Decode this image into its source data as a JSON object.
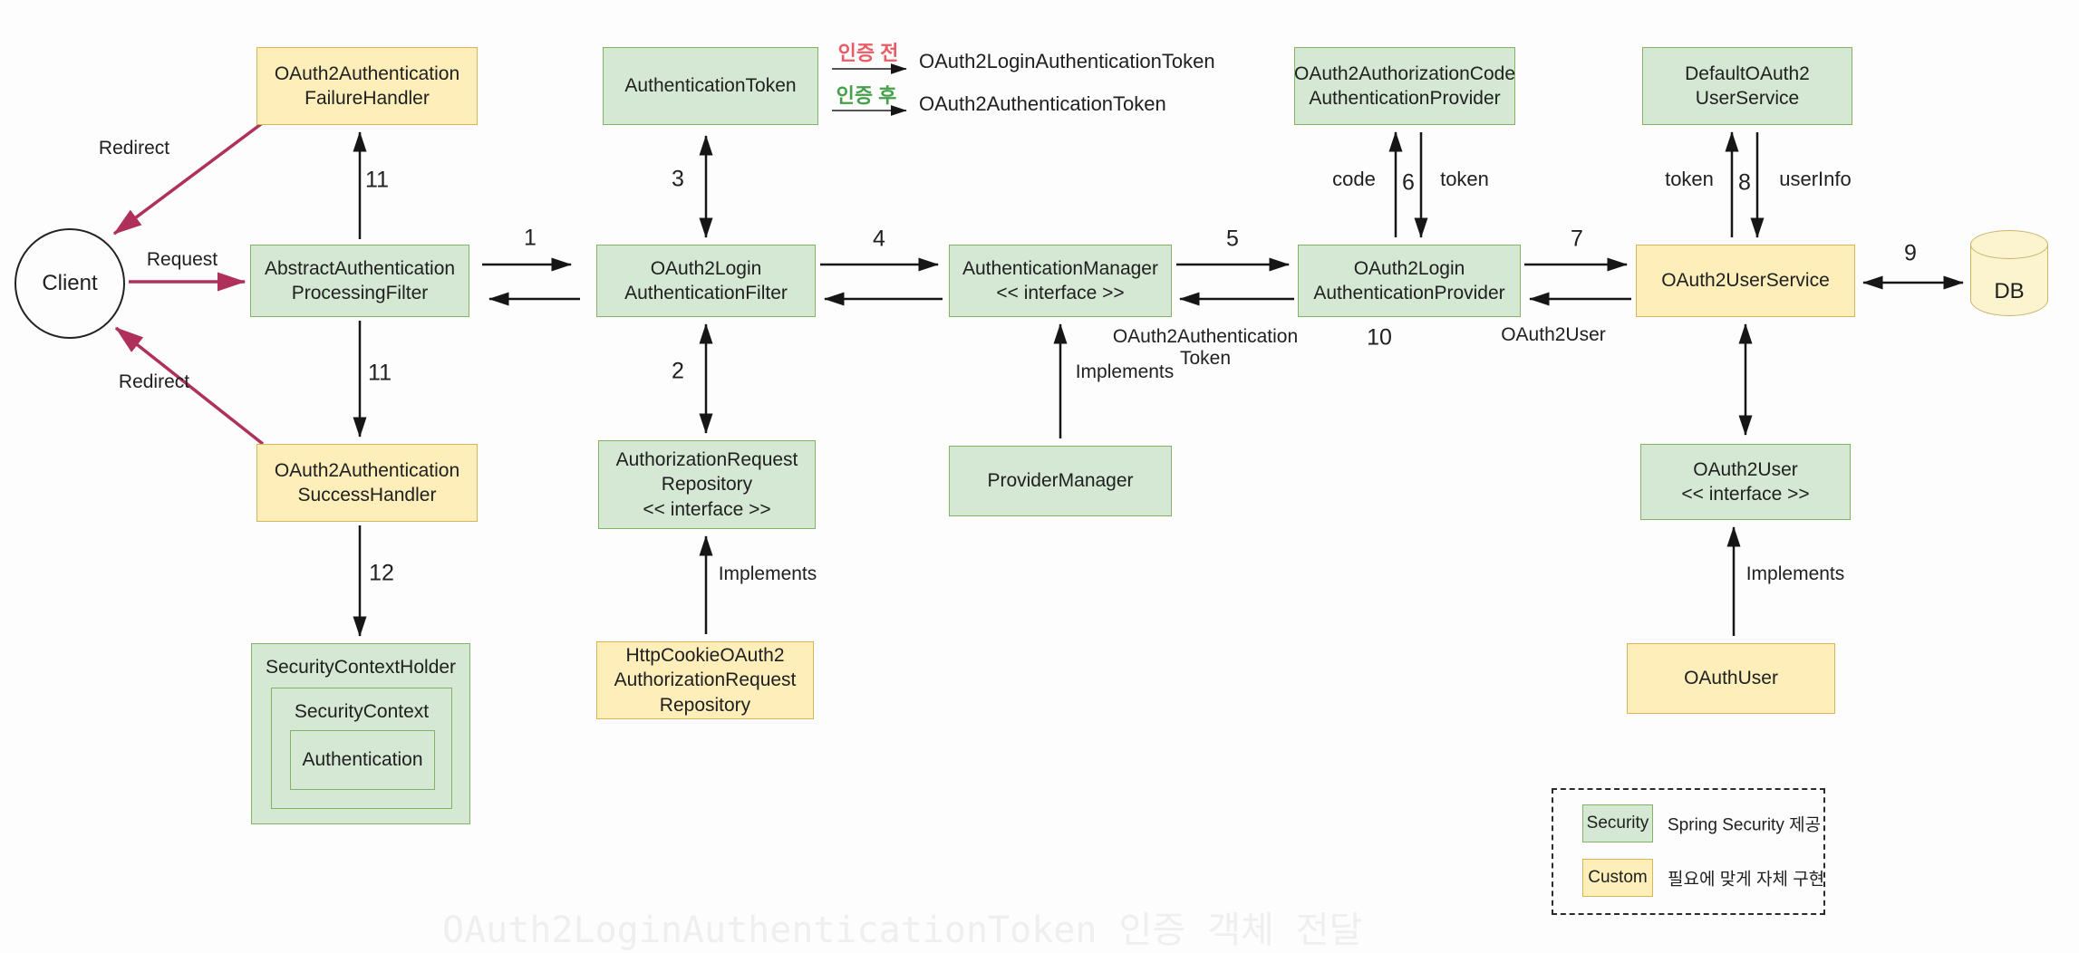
{
  "client": {
    "label": "Client"
  },
  "db": {
    "label": "DB"
  },
  "boxes": {
    "failure_handler": {
      "label": "OAuth2Authentication\nFailureHandler",
      "type": "custom"
    },
    "authentication_token": {
      "label": "AuthenticationToken",
      "type": "security"
    },
    "oauth2_authorization_code_provider": {
      "label": "OAuth2AuthorizationCode\nAuthenticationProvider",
      "type": "security"
    },
    "default_oauth2_user_service": {
      "label": "DefaultOAuth2\nUserService",
      "type": "security"
    },
    "abstract_filter": {
      "label": "AbstractAuthentication\nProcessingFilter",
      "type": "security"
    },
    "oauth2_login_filter": {
      "label": "OAuth2Login\nAuthenticationFilter",
      "type": "security"
    },
    "authentication_manager": {
      "label": "AuthenticationManager\n<< interface >>",
      "type": "security"
    },
    "oauth2_login_provider": {
      "label": "OAuth2Login\nAuthenticationProvider",
      "type": "security"
    },
    "oauth2_user_service": {
      "label": "OAuth2UserService",
      "type": "custom"
    },
    "success_handler": {
      "label": "OAuth2Authentication\nSuccessHandler",
      "type": "custom"
    },
    "authorization_request_repository": {
      "label": "AuthorizationRequest\nRepository\n<< interface >>",
      "type": "security"
    },
    "provider_manager": {
      "label": "ProviderManager",
      "type": "security"
    },
    "oauth2_user": {
      "label": "OAuth2User\n<< interface >>",
      "type": "security"
    },
    "http_cookie_repo": {
      "label": "HttpCookieOAuth2\nAuthorizationRequest\nRepository",
      "type": "custom"
    },
    "oauth_user": {
      "label": "OAuthUser",
      "type": "custom"
    },
    "security_context_holder": {
      "label": "SecurityContextHolder",
      "inner": "SecurityContext",
      "innermost": "Authentication",
      "type": "security"
    }
  },
  "annotations": {
    "request": "Request",
    "redirect": "Redirect",
    "implements": "Implements",
    "code": "code",
    "token": "token",
    "user_info": "userInfo",
    "return_token": "OAuth2Authentication\nToken",
    "return_user": "OAuth2User",
    "before_auth": "인증 전",
    "before_auth_token": "OAuth2LoginAuthenticationToken",
    "after_auth": "인증 후",
    "after_auth_token": "OAuth2AuthenticationToken",
    "faint_caption": "OAuth2LoginAuthenticationToken 인증 객체 전달",
    "numbers": {
      "n1": "1",
      "n2": "2",
      "n3": "3",
      "n4": "4",
      "n5": "5",
      "n6": "6",
      "n7": "7",
      "n8": "8",
      "n9": "9",
      "n10": "10",
      "n11": "11",
      "n12": "12"
    }
  },
  "legend": {
    "security_chip": "Security",
    "security_text": "Spring Security 제공",
    "custom_chip": "Custom",
    "custom_text": "필요에 맞게 자체 구현"
  },
  "colors": {
    "security_fill": "#d5e8d4",
    "security_border": "#82b366",
    "custom_fill": "#fdeeba",
    "custom_border": "#d6b656",
    "db_fill": "#fcf3cf",
    "db_border": "#c9b469",
    "arrow": "#161616",
    "crimson": "#b0305c",
    "before_color": "#ea5b66",
    "after_color": "#46a04b",
    "text": "#202020",
    "faint": "#efefef",
    "background": "#fdfdfd"
  }
}
